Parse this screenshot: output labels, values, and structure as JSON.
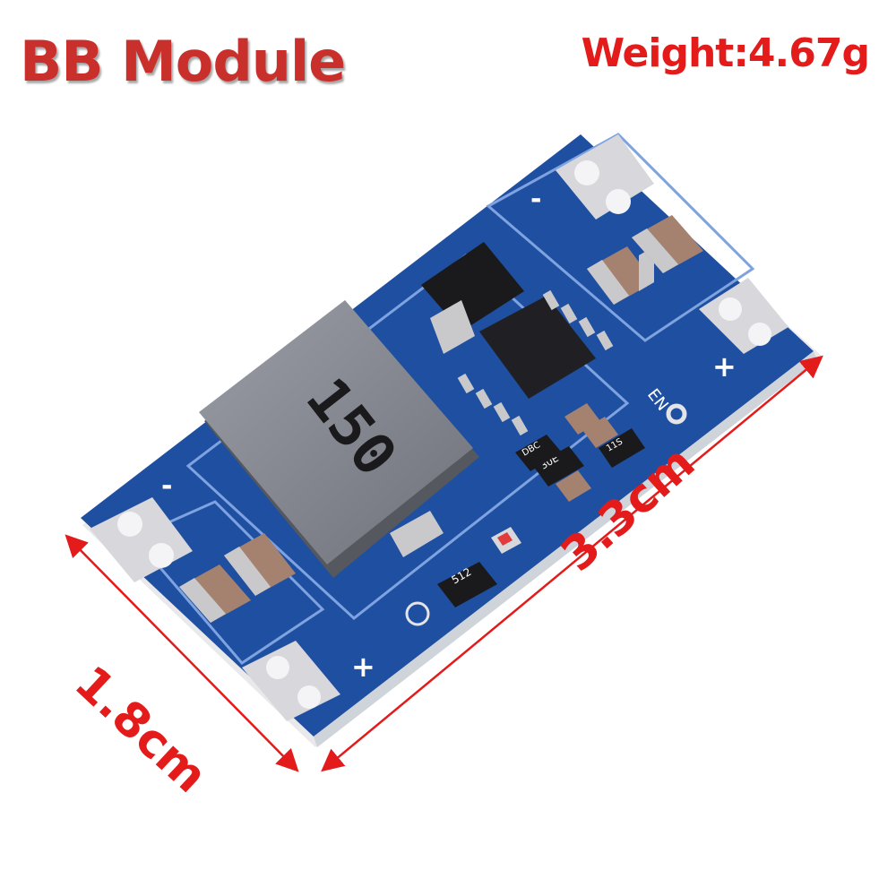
{
  "title": "BB Module",
  "weight": "Weight:4.67g",
  "dimensions": {
    "length": "3.3cm",
    "width": "1.8cm"
  },
  "board_markings": {
    "inductor": "150",
    "enable": "EN",
    "plus": "+",
    "minus": "-",
    "resistor_a": "512",
    "resistor_b": "30E",
    "resistor_c": "DBC",
    "resistor_d": "11S"
  },
  "colors": {
    "pcb": "#1e4fa0",
    "pcb_dark": "#133a7c",
    "silver_pad": "#d8d8dc",
    "inductor": "#7c7f88",
    "label_red": "#e31b1b",
    "title_red": "#c9302c"
  }
}
